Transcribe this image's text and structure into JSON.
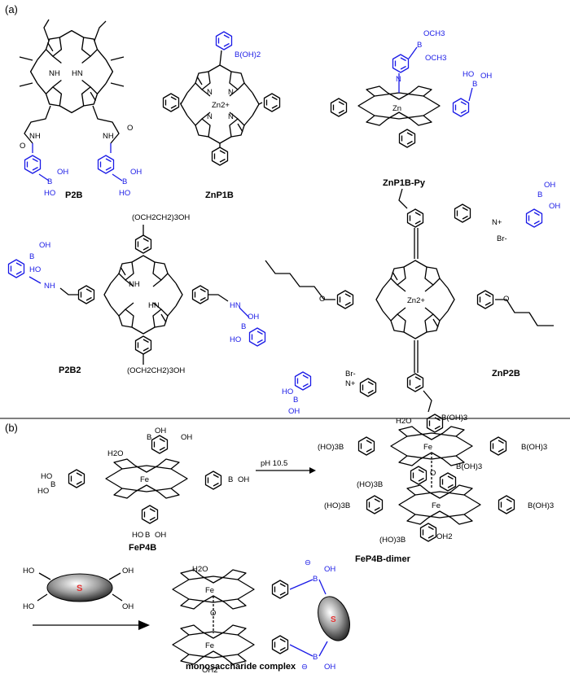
{
  "panels": {
    "a": "(a)",
    "b": "(b)"
  },
  "compounds": {
    "p2b": "P2B",
    "znp1b": "ZnP1B",
    "znp1b_py": "ZnP1B-Py",
    "p2b2": "P2B2",
    "znp2b": "ZnP2B",
    "fep4b": "FeP4B",
    "fep4b_dimer": "FeP4B-dimer",
    "complex": "monosaccharide complex"
  },
  "reaction": {
    "condition": "pH 10.5"
  },
  "groups": {
    "boronic_acid": "B(OH)2",
    "boronate": "B(OH)3",
    "boronate_left": "(HO)3B",
    "ester": "OCH3",
    "peg_chain": "(OCH2CH2)3OH",
    "zn2": "Zn2+",
    "zn": "Zn",
    "fe": "Fe",
    "water": "H2O",
    "water_bottom": "OH2",
    "sugar": "S",
    "bromide": "Br-",
    "pyridinium": "N+",
    "neg": "⊖",
    "oh": "OH",
    "ho": "HO",
    "nh": "NH",
    "hn": "HN",
    "n": "N",
    "o": "O",
    "b": "B"
  },
  "colors": {
    "blue": "#1a1ae6",
    "black": "#000000",
    "sugar_label": "#e53030"
  }
}
